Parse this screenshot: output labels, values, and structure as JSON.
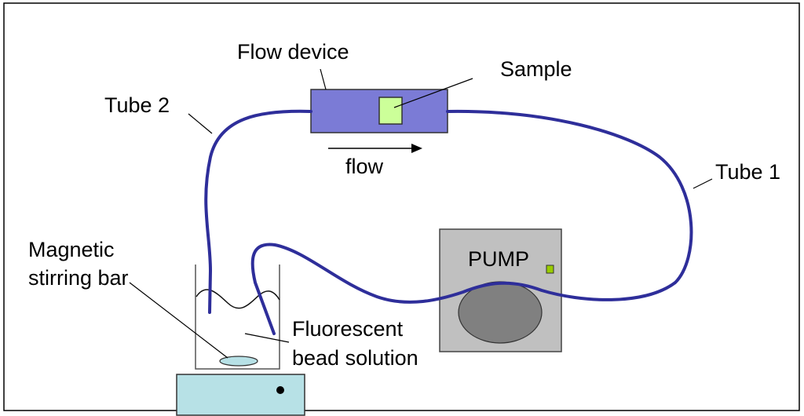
{
  "labels": {
    "flow_device": "Flow device",
    "sample": "Sample",
    "tube2": "Tube 2",
    "tube1": "Tube 1",
    "flow": "flow",
    "pump": "PUMP",
    "magnetic_line1": "Magnetic",
    "magnetic_line2": "stirring bar",
    "solution_line1": "Fluorescent",
    "solution_line2": "bead solution"
  },
  "colors": {
    "tube": "#2e2e9a",
    "flow_device": "#7b7bd6",
    "sample": "#ccff99",
    "pump": "#c0c0c0",
    "pump_roller": "#808080",
    "pump_indicator": "#99cc00",
    "stirrer": "#b7e1e6"
  }
}
